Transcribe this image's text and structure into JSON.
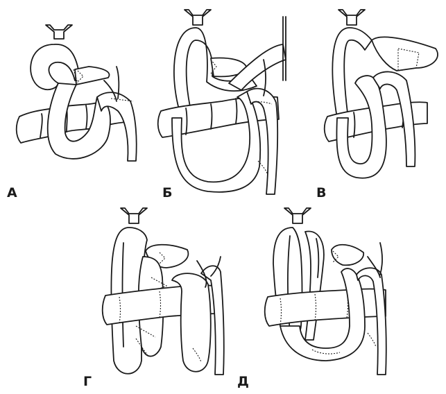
{
  "panels": [
    {
      "label": "А"
    },
    {
      "label": "Б"
    },
    {
      "label": "В"
    },
    {
      "label": "Г"
    },
    {
      "label": "Д"
    }
  ]
}
